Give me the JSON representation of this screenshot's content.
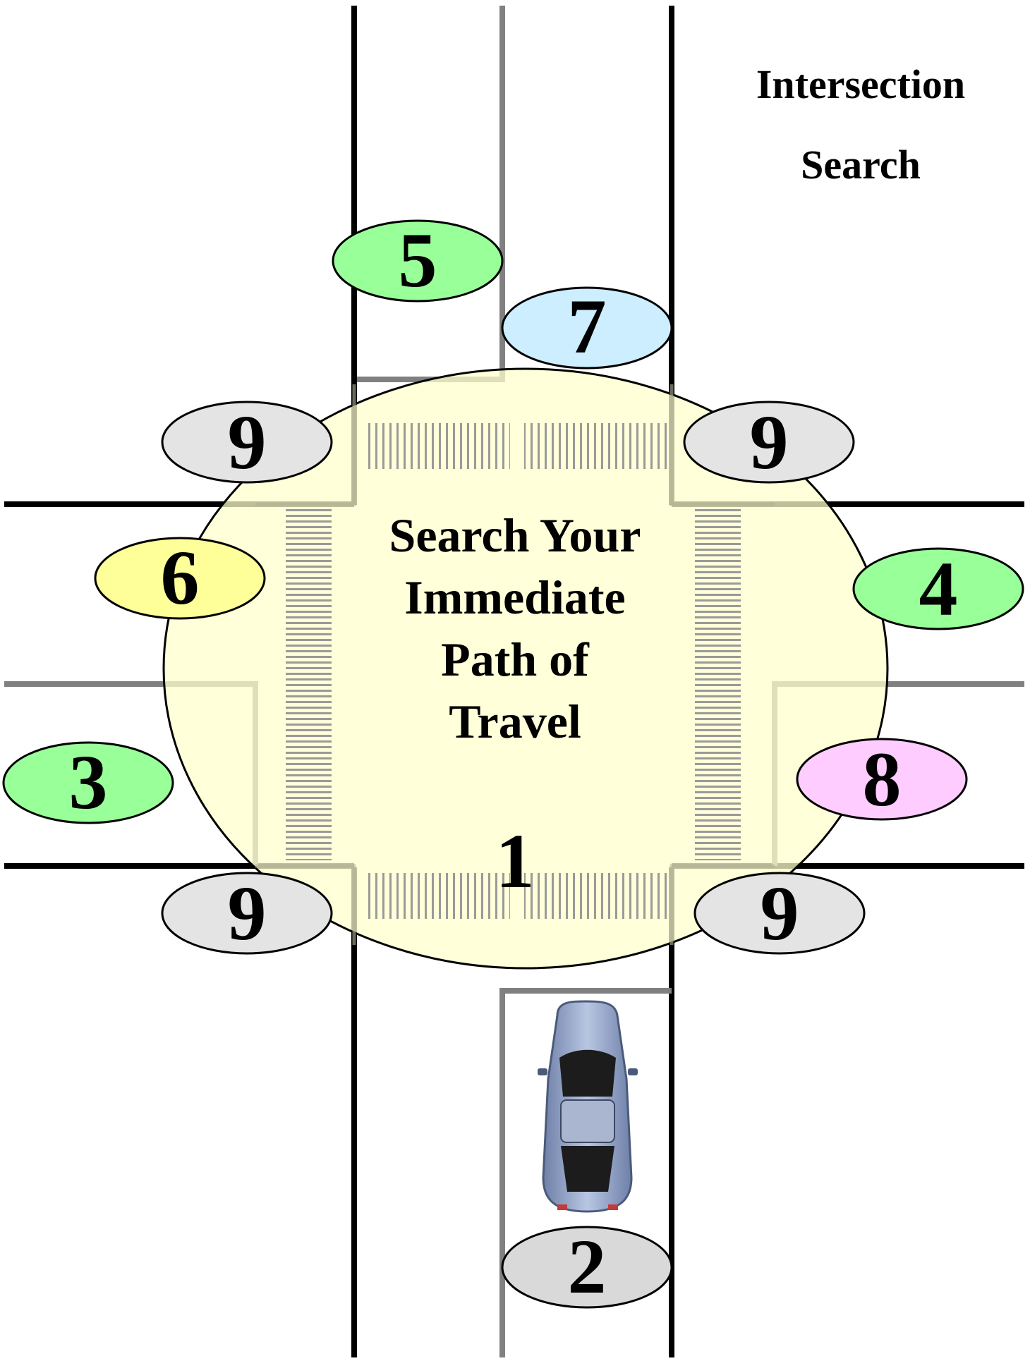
{
  "title": {
    "line1": "Intersection",
    "line2": "Search"
  },
  "center_text": {
    "line1": "Search Your",
    "line2": "Immediate",
    "line3": "Path of",
    "line4": "Travel"
  },
  "zone_1": "1",
  "zones": [
    {
      "id": "zone-5",
      "label": "5",
      "color": "#99ff99"
    },
    {
      "id": "zone-7",
      "label": "7",
      "color": "#cceeff"
    },
    {
      "id": "zone-9-nw",
      "label": "9",
      "color": "#e4e4e4"
    },
    {
      "id": "zone-9-ne",
      "label": "9",
      "color": "#e4e4e4"
    },
    {
      "id": "zone-6",
      "label": "6",
      "color": "#ffff99"
    },
    {
      "id": "zone-4",
      "label": "4",
      "color": "#99ff99"
    },
    {
      "id": "zone-3",
      "label": "3",
      "color": "#99ff99"
    },
    {
      "id": "zone-8",
      "label": "8",
      "color": "#ffccff"
    },
    {
      "id": "zone-9-sw",
      "label": "9",
      "color": "#e4e4e4"
    },
    {
      "id": "zone-9-se",
      "label": "9",
      "color": "#e4e4e4"
    },
    {
      "id": "zone-2",
      "label": "2",
      "color": "#d9d9d9"
    }
  ],
  "colors": {
    "search_area": "#ffffcc",
    "road_edge": "#000000",
    "lane_divider": "#808080",
    "crosswalk": "#9a9a9a",
    "car_body": "#8e9fc4"
  },
  "icons": {
    "vehicle": "car-icon"
  }
}
